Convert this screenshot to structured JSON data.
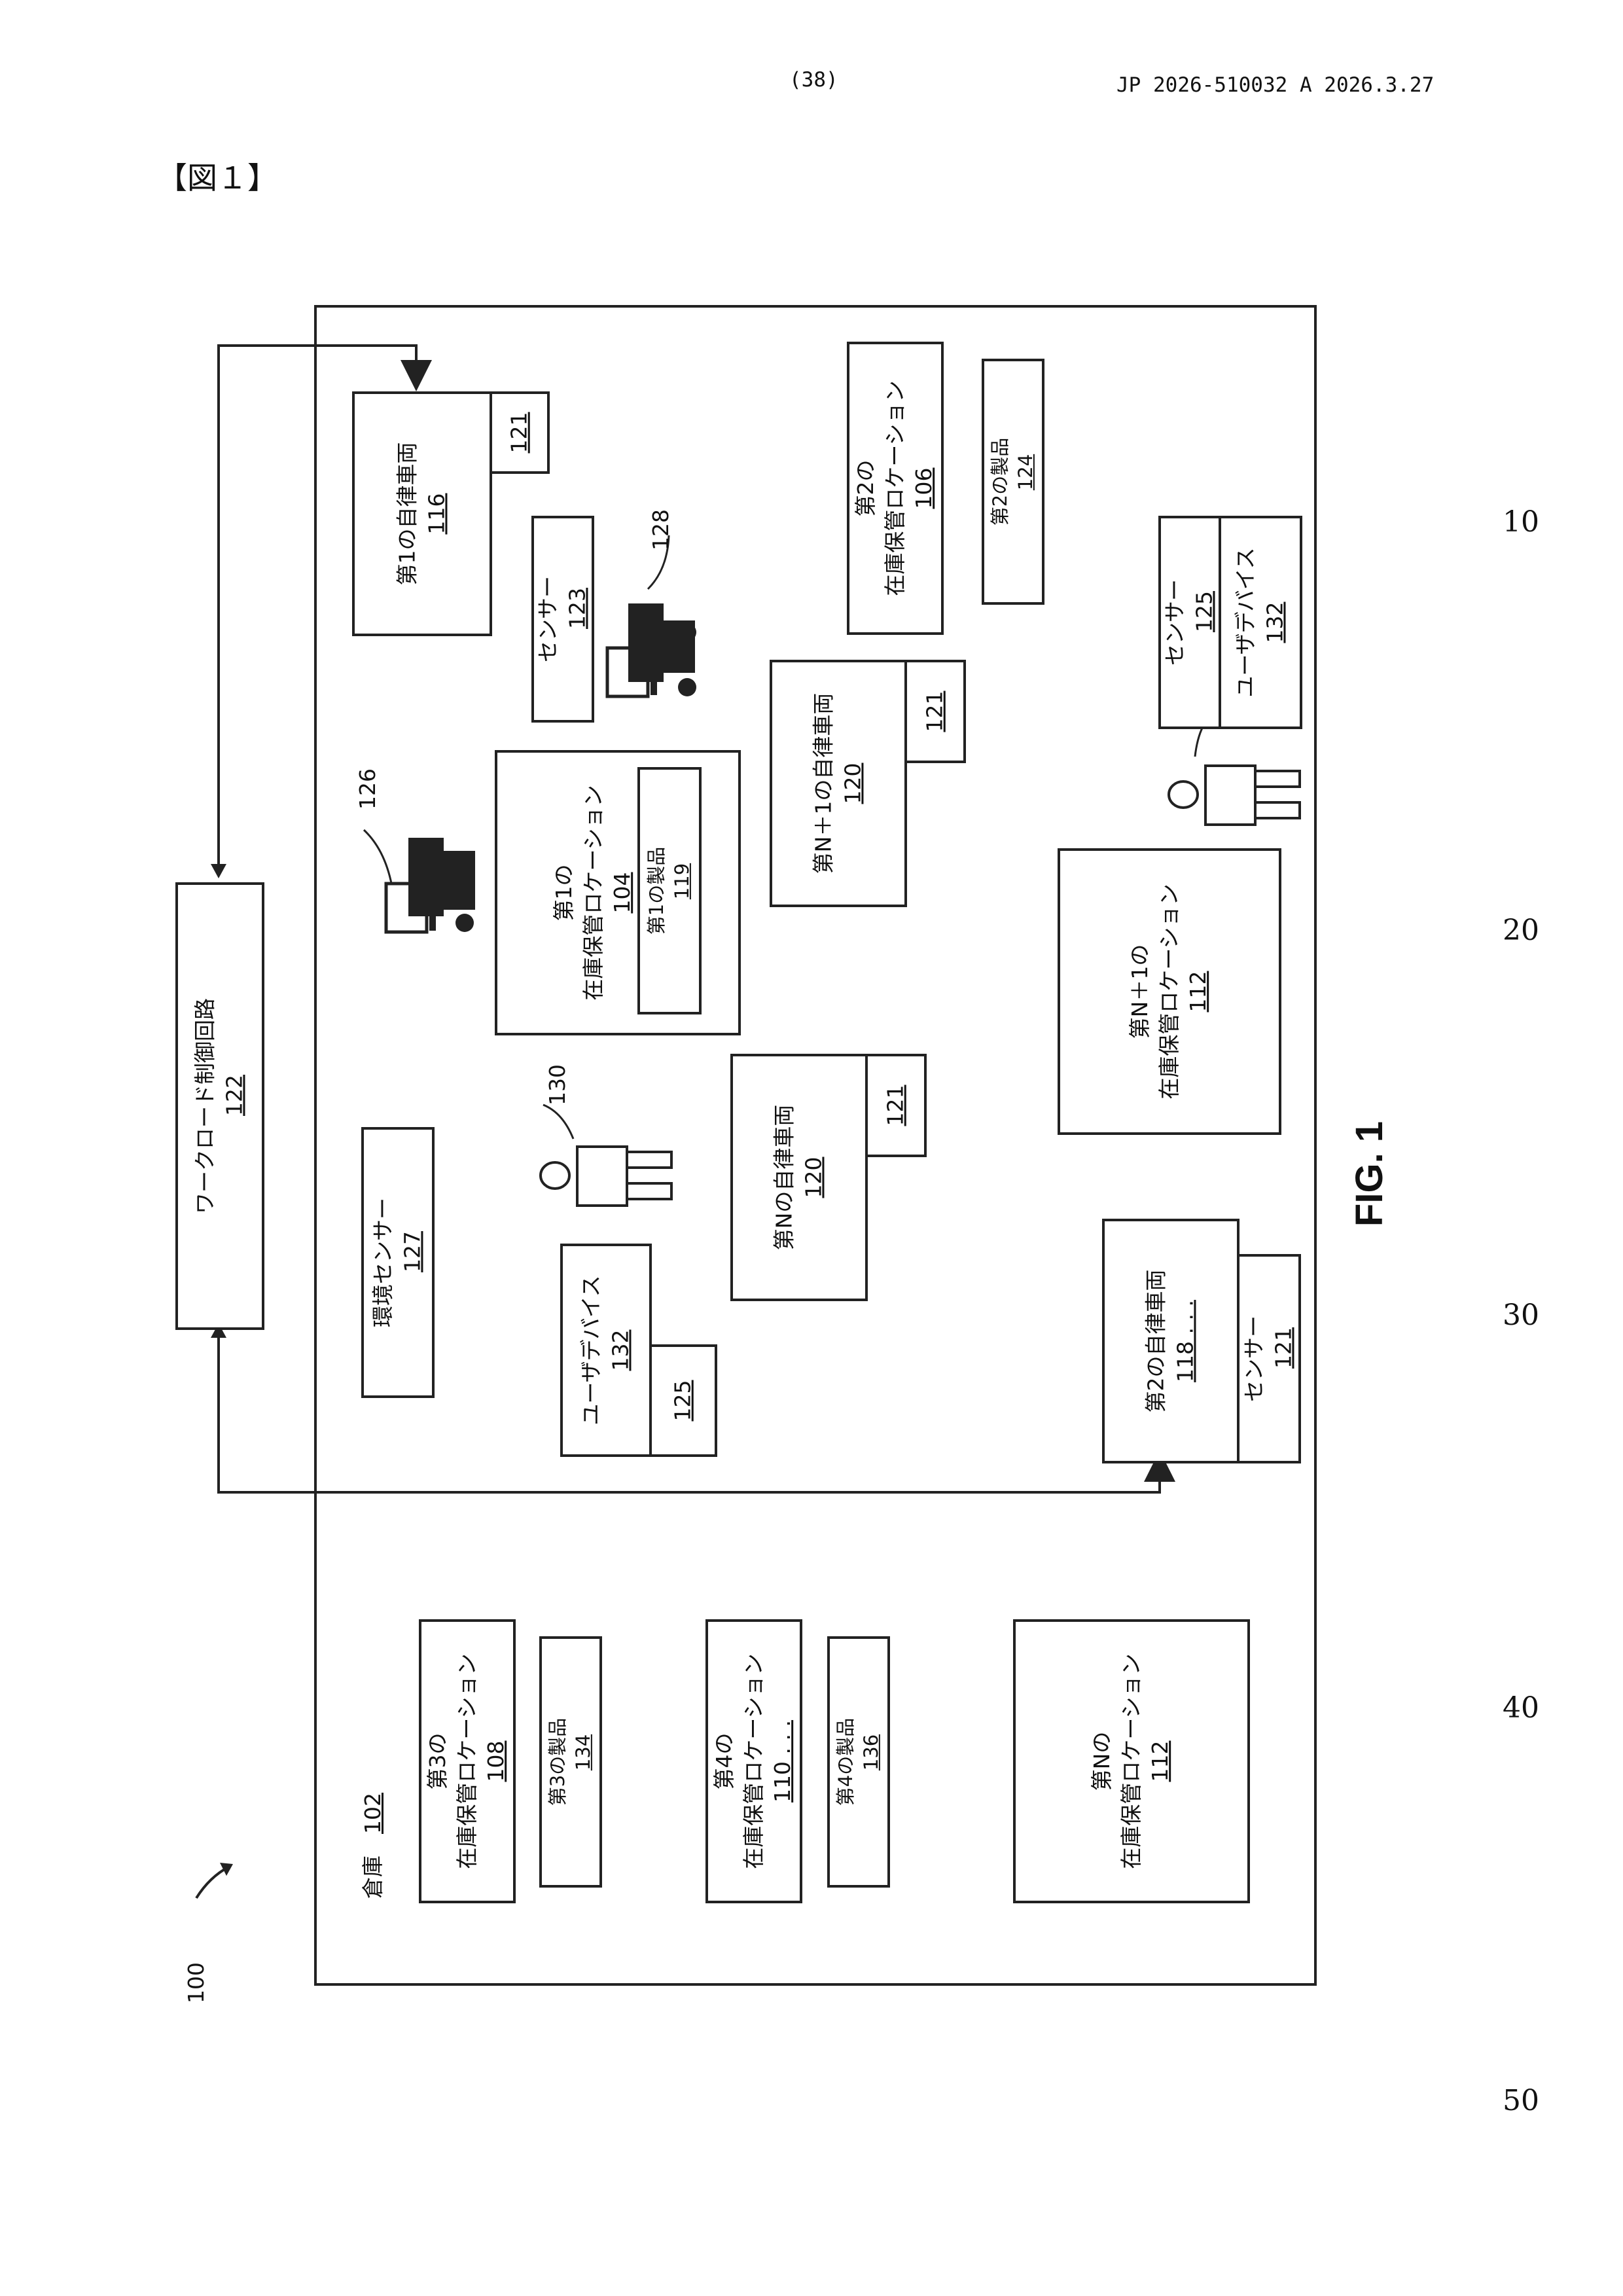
{
  "header": {
    "page": "(38)",
    "pubinfo": "JP  2026-510032  A  2026.3.27"
  },
  "figure_label": "【図１】",
  "line_numbers": [
    "10",
    "20",
    "30",
    "40",
    "50"
  ],
  "fig_caption": "FIG. 1",
  "ref_100": "100",
  "warehouse": {
    "label": "倉庫",
    "num": "102"
  },
  "workload": {
    "label": "ワークロード制御回路",
    "num": "122"
  },
  "av1": {
    "label": "第1の自律車両",
    "num": "116",
    "tag": "121"
  },
  "loc2": {
    "line1": "第2の",
    "line2": "在庫保管ロケーション",
    "num": "106"
  },
  "prod2": {
    "label": "第2の製品",
    "num": "124"
  },
  "sensor123": {
    "label": "センサー",
    "num": "123"
  },
  "ref128": "128",
  "ref126": "126",
  "avN1": {
    "label": "第N＋1の自律車両",
    "num": "120",
    "tag": "121"
  },
  "sensor125_top": {
    "label": "センサー",
    "num": "125"
  },
  "userdev_top": {
    "label": "ユーザデバイス",
    "num": "132"
  },
  "loc1": {
    "line1": "第1の",
    "line2": "在庫保管ロケーション",
    "num": "104"
  },
  "prod1": {
    "label": "第1の製品",
    "num": "119"
  },
  "locN1": {
    "line1": "第N＋1の",
    "line2": "在庫保管ロケーション",
    "num": "112"
  },
  "ref130": "130",
  "avN": {
    "label": "第Nの自律車両",
    "num": "120",
    "tag": "121"
  },
  "envsensor": {
    "label": "環境センサー",
    "num": "127"
  },
  "userdev_left": {
    "label": "ユーザデバイス",
    "num": "132",
    "tag": "125"
  },
  "av2": {
    "label": "第2の自律車両",
    "num": "118 . . .",
    "sensor": "センサー",
    "tag": "121"
  },
  "loc3": {
    "line1": "第3の",
    "line2": "在庫保管ロケーション",
    "num": "108"
  },
  "prod3": {
    "label": "第3の製品",
    "num": "134"
  },
  "loc4": {
    "line1": "第4の",
    "line2": "在庫保管ロケーション",
    "num": "110 . . ."
  },
  "prod4": {
    "label": "第4の製品",
    "num": "136"
  },
  "locN": {
    "line1": "第Nの",
    "line2": "在庫保管ロケーション",
    "num": "112"
  }
}
